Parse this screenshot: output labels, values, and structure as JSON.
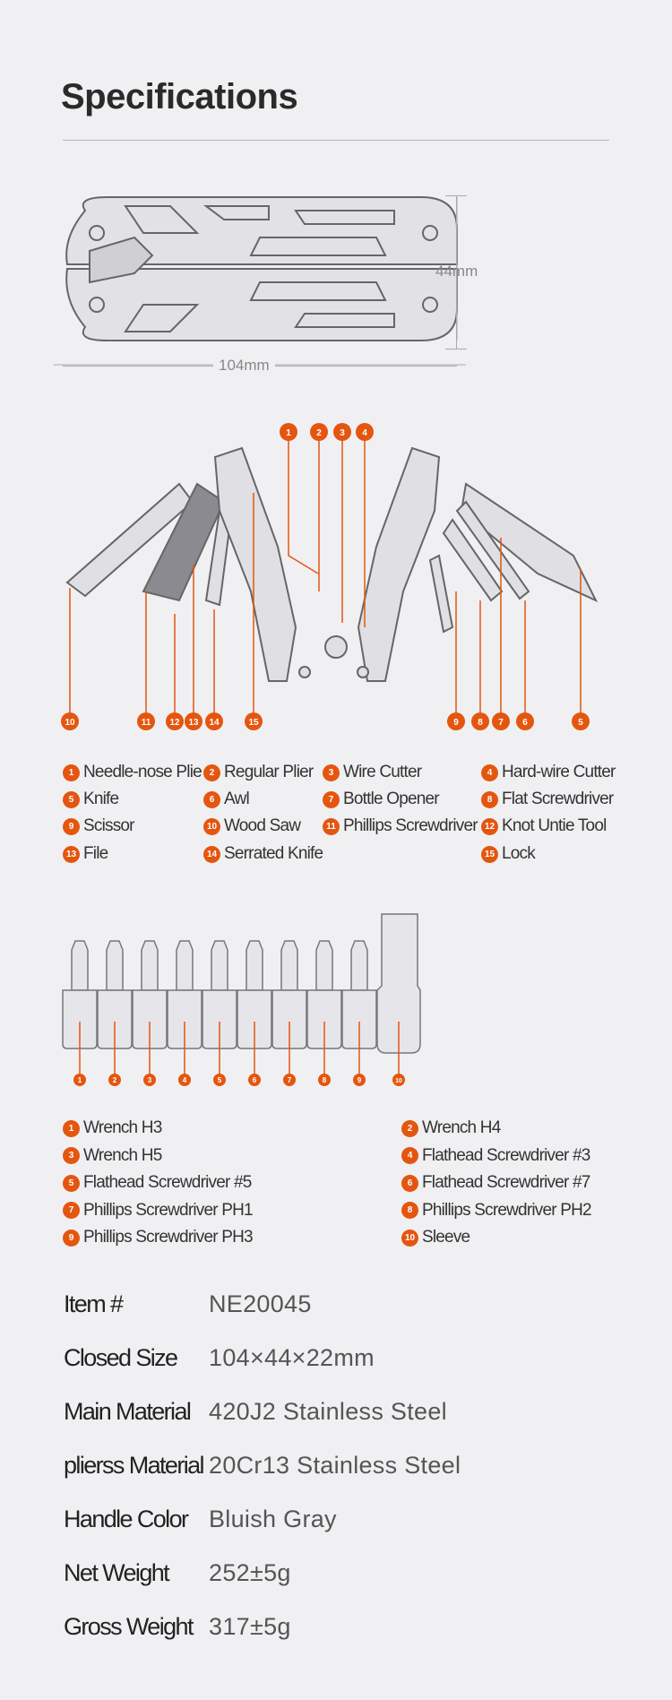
{
  "title": "Specifications",
  "dimensions": {
    "height": "44mm",
    "length": "104mm"
  },
  "accent": "#e4560f",
  "tools": [
    {
      "n": "1",
      "label": "Needle-nose Plie"
    },
    {
      "n": "2",
      "label": "Regular Plier"
    },
    {
      "n": "3",
      "label": "Wire Cutter"
    },
    {
      "n": "4",
      "label": "Hard-wire Cutter"
    },
    {
      "n": "5",
      "label": "Knife"
    },
    {
      "n": "6",
      "label": "Awl"
    },
    {
      "n": "7",
      "label": "Bottle Opener"
    },
    {
      "n": "8",
      "label": "Flat Screwdriver"
    },
    {
      "n": "9",
      "label": "Scissor"
    },
    {
      "n": "10",
      "label": "Wood Saw"
    },
    {
      "n": "11",
      "label": "Phillips Screwdriver"
    },
    {
      "n": "12",
      "label": "Knot Untie Tool"
    },
    {
      "n": "13",
      "label": "File"
    },
    {
      "n": "14",
      "label": "Serrated Knife"
    },
    {
      "n": "15",
      "label": "Lock"
    }
  ],
  "bits": [
    {
      "n": "1",
      "label": "Wrench H3"
    },
    {
      "n": "2",
      "label": "Wrench H4"
    },
    {
      "n": "3",
      "label": "Wrench H5"
    },
    {
      "n": "4",
      "label": "Flathead Screwdriver #3"
    },
    {
      "n": "5",
      "label": "Flathead Screwdriver #5"
    },
    {
      "n": "6",
      "label": "Flathead Screwdriver #7"
    },
    {
      "n": "7",
      "label": "Phillips Screwdriver PH1"
    },
    {
      "n": "8",
      "label": "Phillips Screwdriver PH2"
    },
    {
      "n": "9",
      "label": "Phillips Screwdriver PH3"
    },
    {
      "n": "10",
      "label": "Sleeve"
    }
  ],
  "specs": [
    {
      "k": "Item #",
      "v": "NE20045"
    },
    {
      "k": "Closed Size",
      "v": "104×44×22mm"
    },
    {
      "k": "Main Material",
      "v": "420J2 Stainless Steel"
    },
    {
      "k": "plierss Material",
      "v": "20Cr13 Stainless Steel"
    },
    {
      "k": "Handle Color",
      "v": "Bluish Gray"
    },
    {
      "k": "Net Weight",
      "v": "252±5g"
    },
    {
      "k": "Gross Weight",
      "v": "317±5g"
    }
  ]
}
